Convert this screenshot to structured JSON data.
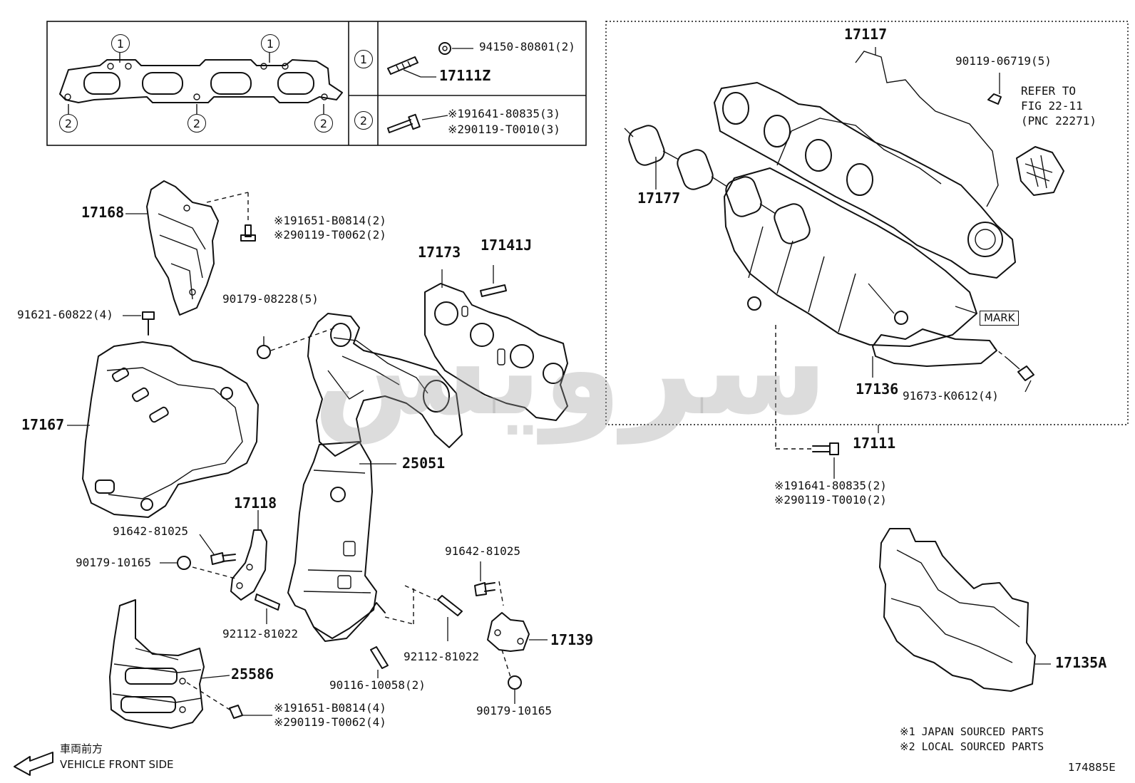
{
  "callouts": {
    "c1": "1",
    "c2": "2"
  },
  "bolt_table": {
    "row1": {
      "circle": "1",
      "nut": "94150-80801(2)",
      "stud": "17111Z"
    },
    "row2": {
      "circle": "2",
      "line1": "※191641-80835(3)",
      "line2": "※290119-T0010(3)"
    }
  },
  "parts": {
    "p17117": "17117",
    "p90119_06719": "90119-06719(5)",
    "refer": [
      "REFER TO",
      "FIG 22-11",
      "(PNC 22271)"
    ],
    "p17177": "17177",
    "mark": "MARK",
    "p17136": "17136",
    "p91673": "91673-K0612(4)",
    "p17111": "17111",
    "p17111_bolt1": "※191641-80835(2)",
    "p17111_bolt2": "※290119-T0010(2)",
    "p17168": "17168",
    "p17168_bolt1": "※191651-B0814(2)",
    "p17168_bolt2": "※290119-T0062(2)",
    "p91621": "91621-60822(4)",
    "p90179_08228": "90179-08228(5)",
    "p17173": "17173",
    "p17141J": "17141J",
    "p17167": "17167",
    "p25051": "25051",
    "p17118": "17118",
    "p91642_a": "91642-81025",
    "p90179_10165_a": "90179-10165",
    "p92112_a": "92112-81022",
    "p91642_b": "91642-81025",
    "p92112_b": "92112-81022",
    "p17139": "17139",
    "p90116": "90116-10058(2)",
    "p90179_10165_b": "90179-10165",
    "p25586": "25586",
    "p25586_bolt1": "※191651-B0814(4)",
    "p25586_bolt2": "※290119-T0062(4)",
    "p17135A": "17135A"
  },
  "notes": {
    "n1": "※1 JAPAN SOURCED PARTS",
    "n2": "※2 LOCAL SOURCED PARTS"
  },
  "front": {
    "jp": "車両前方",
    "en": "VEHICLE FRONT SIDE"
  },
  "figure_id": "174885E",
  "watermark": "سرویس"
}
